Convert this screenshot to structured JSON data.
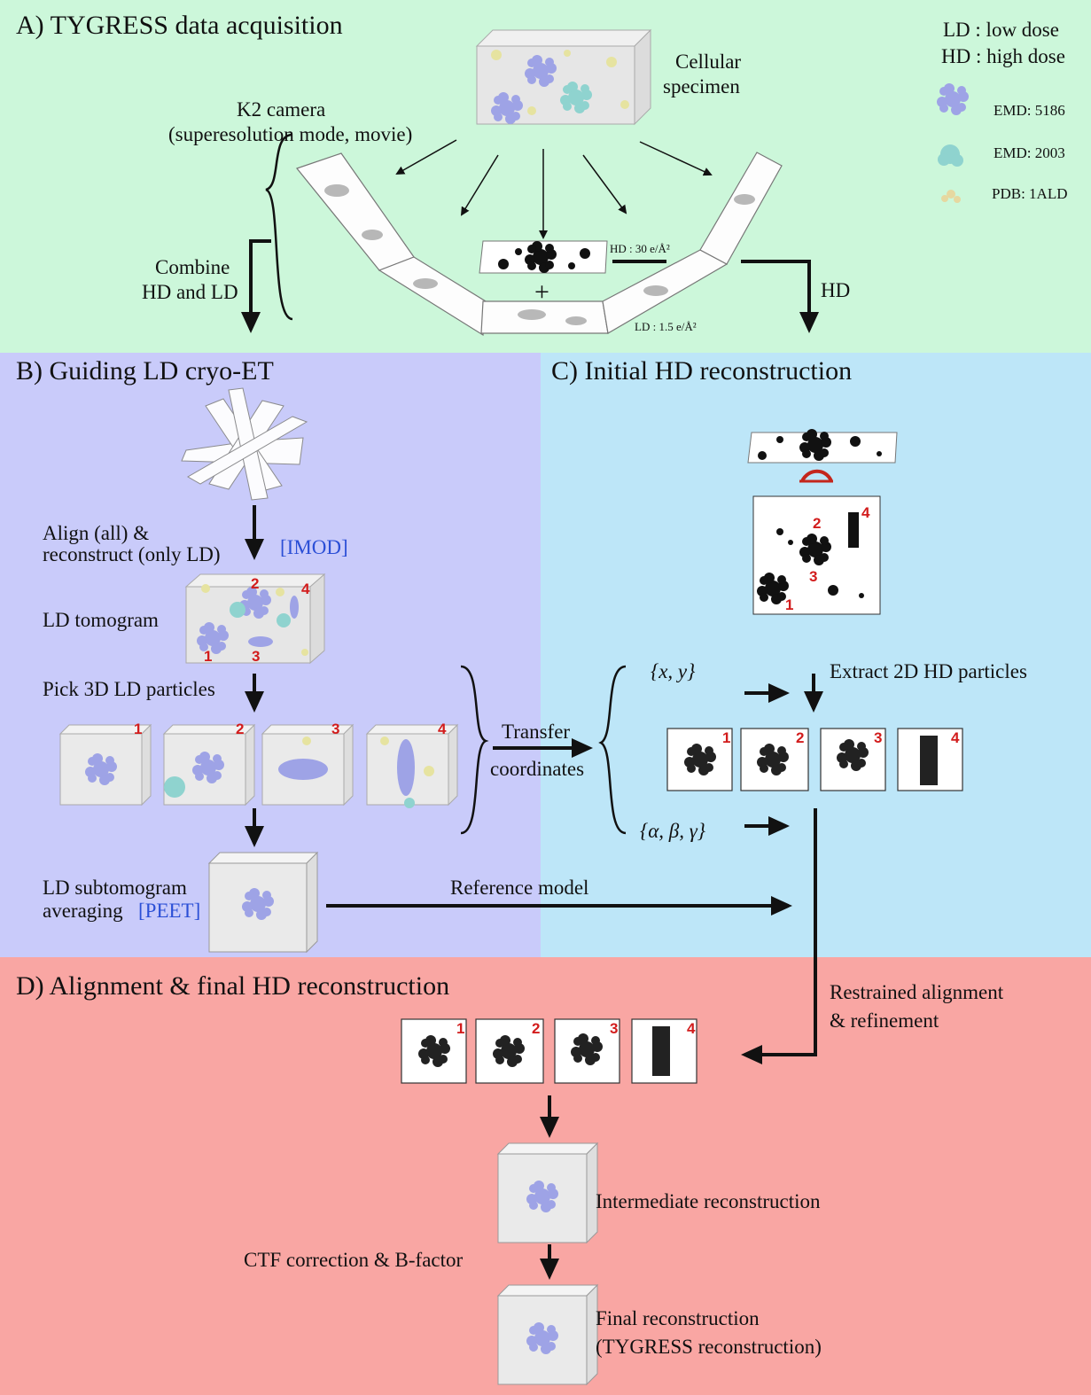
{
  "panelA": {
    "title": "A) TYGRESS data acquisition",
    "specimen_label": "Cellular\nspecimen",
    "camera_label_1": "K2 camera",
    "camera_label_2": "(superesolution mode, movie)",
    "combine_label_1": "Combine",
    "combine_label_2": "HD and LD",
    "hd_dose": "HD : 30  e/Å²",
    "ld_dose": "LD : 1.5 e/Å²",
    "plus": "+",
    "hd_arrow_label": "HD",
    "legend": {
      "ld": "LD : low dose",
      "hd": "HD : high dose",
      "emd5186": "EMD: 5186",
      "emd2003": "EMD: 2003",
      "pdb1ald": "PDB: 1ALD"
    },
    "colors": {
      "background": "#ccf7da"
    }
  },
  "panelB": {
    "title": "B) Guiding LD cryo-ET",
    "align_1": "Align (all) &",
    "align_2": "reconstruct (only LD)",
    "imod": "[IMOD]",
    "tomogram": "LD tomogram",
    "pick": "Pick 3D LD particles",
    "subtomo_1": "LD subtomogram",
    "subtomo_2": "averaging",
    "peet": "[PEET]",
    "colors": {
      "background": "#c9cbfa"
    }
  },
  "panelC": {
    "title": "C) Initial HD reconstruction",
    "xy": "{x, y}",
    "angles": "{α, β, γ}",
    "extract": "Extract 2D HD particles",
    "colors": {
      "background": "#bde6f8"
    }
  },
  "transfer_1": "Transfer",
  "transfer_2": "coordinates",
  "reference_model": "Reference model",
  "panelD": {
    "title": "D) Alignment & final HD reconstruction",
    "restrained_1": "Restrained alignment",
    "restrained_2": "& refinement",
    "intermediate": "Intermediate reconstruction",
    "ctf": "CTF correction & B-factor",
    "final_1": "Final reconstruction",
    "final_2": "(TYGRESS reconstruction)",
    "colors": {
      "background": "#f9a6a3"
    }
  },
  "particle_numbers": [
    "1",
    "2",
    "3",
    "4"
  ]
}
